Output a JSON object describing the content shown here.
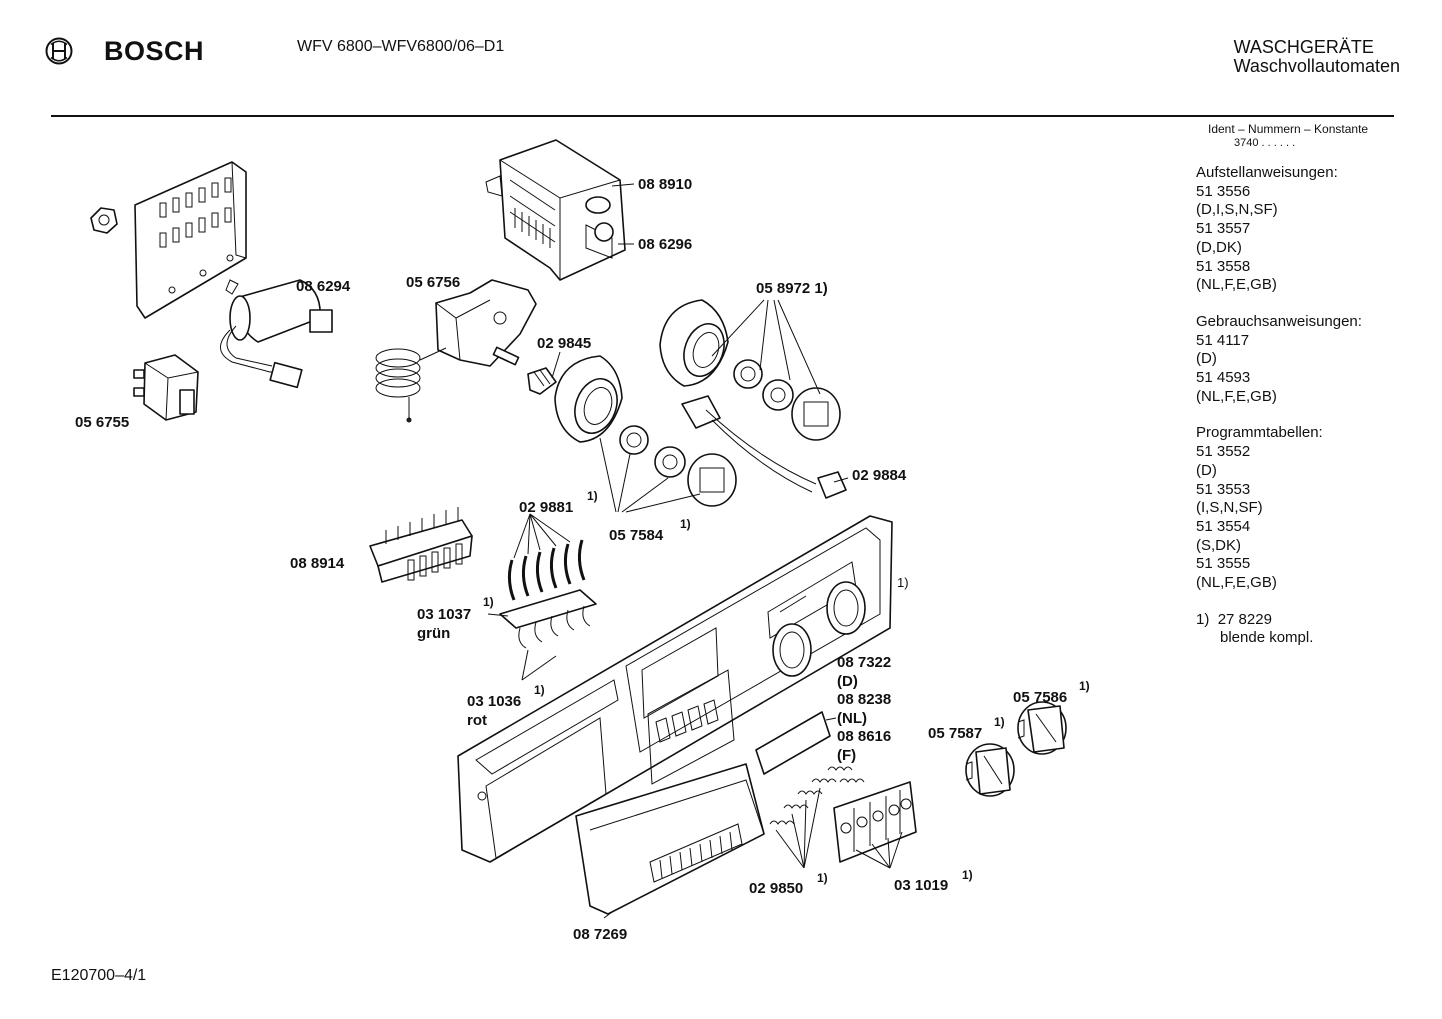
{
  "header": {
    "brand": "BOSCH",
    "model": "WFV 6800–WFV6800/06–D1",
    "category": "WASCHGERÄTE",
    "subcategory": "Waschvollautomaten"
  },
  "side_panel": {
    "ident_title": "Ident – Nummern – Konstante",
    "ident_value": "3740 . .   . . . .",
    "sections": [
      {
        "title": "Aufstellanweisungen:",
        "lines": [
          "51 3556",
          "(D,I,S,N,SF)",
          "51 3557",
          "(D,DK)",
          "51 3558",
          "(NL,F,E,GB)"
        ]
      },
      {
        "title": "Gebrauchsanweisungen:",
        "lines": [
          "51 4117",
          "(D)",
          "51 4593",
          "(NL,F,E,GB)"
        ]
      },
      {
        "title": "Programmtabellen:",
        "lines": [
          "51 3552",
          "(D)",
          "51 3553",
          "(I,S,N,SF)",
          "51 3554",
          "(S,DK)",
          "51 3555",
          "(NL,F,E,GB)"
        ]
      }
    ],
    "footnote_marker": "1)",
    "footnote_value": "27 8229",
    "footnote_text": "blende kompl."
  },
  "parts": {
    "p088910": "08 8910",
    "p086296": "08 6296",
    "p086294": "08 6294",
    "p056756": "05 6756",
    "p058972": "05 8972 1)",
    "p029845": "02 9845",
    "p056755": "05 6755",
    "p029884": "02 9884",
    "p029881": "02 9881",
    "p057584": "05 7584",
    "p088914": "08 8914",
    "p031037": "03 1037",
    "p031037_note": "grün",
    "p031036": "03 1036",
    "p031036_note": "rot",
    "p087322": "08 7322",
    "p087322_note": "(D)",
    "p088238": "08 8238",
    "p088238_note": "(NL)",
    "p088616": "08 8616",
    "p088616_note": "(F)",
    "p057586": "05 7586",
    "p057587": "05 7587",
    "p029850": "02 9850",
    "p031019": "03 1019",
    "p087269": "08 7269",
    "sup": "1)"
  },
  "footer": {
    "code": "E120700–4/1"
  }
}
